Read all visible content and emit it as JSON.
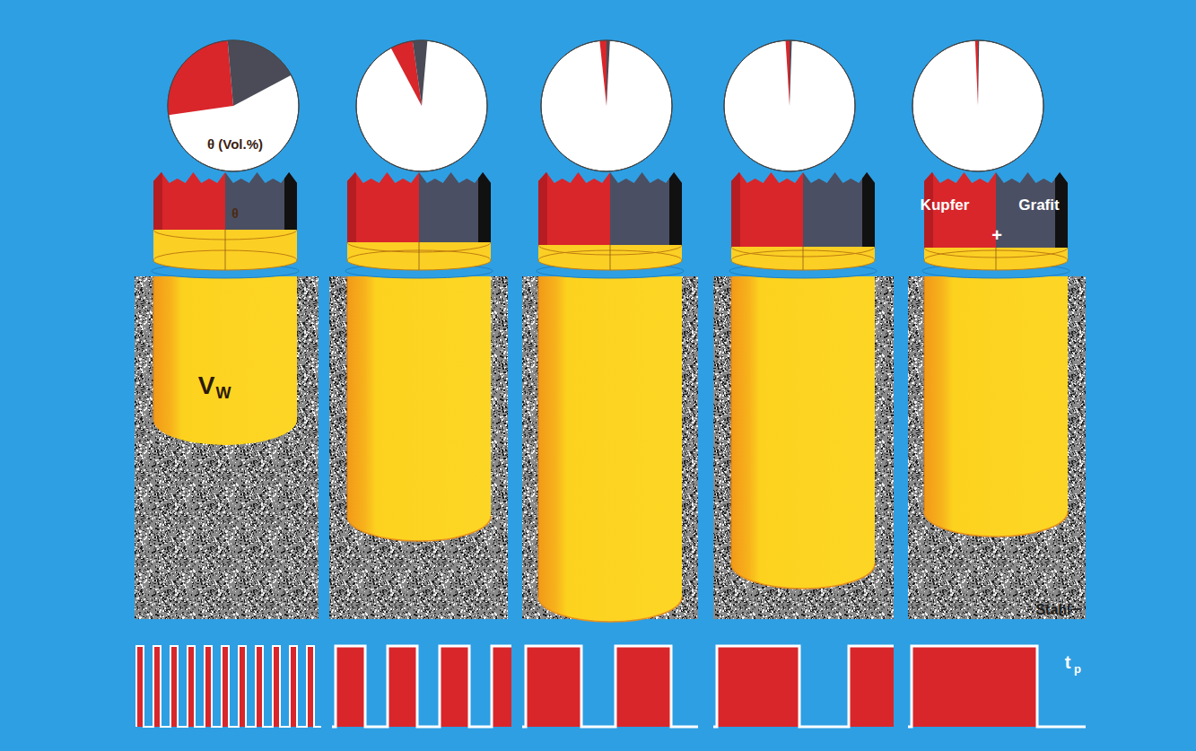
{
  "diagram": {
    "labels": [
      "θ (Vol.%)",
      "θ",
      "V",
      "W",
      "Kupfer",
      "Grafit",
      "+",
      "Stahl",
      "−",
      "t",
      "p"
    ]
  }
}
